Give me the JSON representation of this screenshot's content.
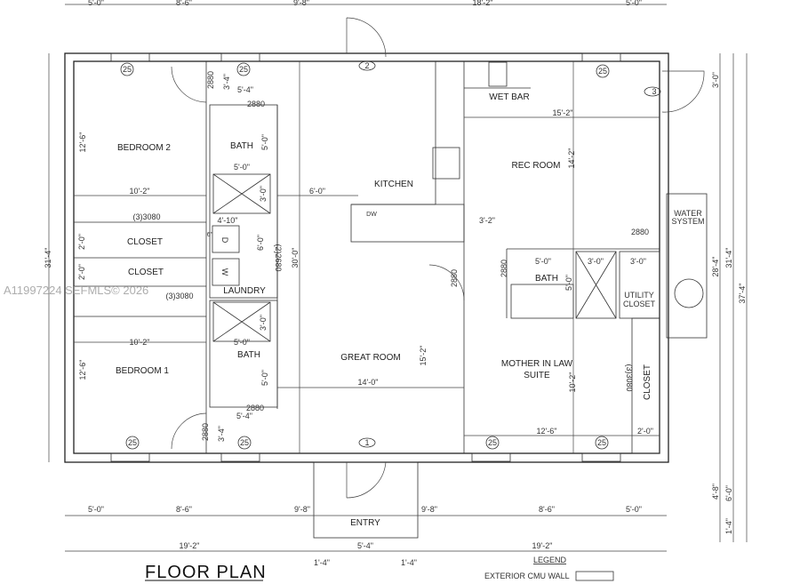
{
  "title": "FLOOR PLAN",
  "watermark": "A11997224 SEFMLS© 2026",
  "rooms": {
    "bedroom2": "BEDROOM 2",
    "bedroom1": "BEDROOM 1",
    "bath_top": "BATH",
    "bath_bottom": "BATH",
    "closet1": "CLOSET",
    "closet2": "CLOSET",
    "laundry": "LAUNDRY",
    "kitchen": "KITCHEN",
    "great_room": "GREAT ROOM",
    "entry": "ENTRY",
    "wet_bar": "WET BAR",
    "rec_room": "REC ROOM",
    "water_system_1": "WATER",
    "water_system_2": "SYSTEM",
    "bath_suite": "BATH",
    "utility_1": "UTILITY",
    "utility_2": "CLOSET",
    "suite_1": "MOTHER IN LAW",
    "suite_2": "SUITE",
    "closet_suite": "CLOSET"
  },
  "appliances": {
    "dryer": "D",
    "washer": "W",
    "dishwasher": "DW"
  },
  "markers": {
    "window": "25",
    "door1": "1",
    "door2": "2",
    "door3": "3"
  },
  "dimensions": {
    "top": [
      "5'-0\"",
      "8'-6\"",
      "9'-8\"",
      "18'-2\"",
      "5'-0\""
    ],
    "bottom_row1": [
      "5'-0\"",
      "8'-6\"",
      "9'-8\"",
      "9'-8\"",
      "8'-6\"",
      "5'-0\""
    ],
    "bottom_row2": [
      "19'-2\"",
      "5'-4\"",
      "19'-2\""
    ],
    "bottom_row3": [
      "1'-4\"",
      "1'-4\""
    ],
    "left_overall": "31'-4\"",
    "right": [
      "3'-0\"",
      "28'-4\"",
      "31'-4\"",
      "37'-4\"",
      "4'-8\"",
      "6'-0\"",
      "1'-4\""
    ],
    "bedroom2_depth": "12'-6\"",
    "bedroom2_width": "10'-2\"",
    "bedroom1_depth": "12'-6\"",
    "bedroom1_width": "10'-2\"",
    "closet1_depth": "2'-0\"",
    "closet2_depth": "2'-0\"",
    "closet_door_top": "(3)3080",
    "closet_door_bottom": "(3)3080",
    "bath_top_door": "2880",
    "bath_top_hall": "3'-4\"",
    "bath_top_width": "5'-4\"",
    "bath_top_door2": "2880",
    "bath_top_len": "5'-0\"",
    "bath_top_w2": "5'-0\"",
    "bath_top_shower": "3'-0\"",
    "laundry_width": "4'-10\"",
    "laundry_depth": "6'-0\"",
    "laundry_door": "(2)2680",
    "laundry_offset": "6\"",
    "hall_len": "30'-0\"",
    "kitchen_offset": "6'-0\"",
    "bath_bottom_w": "5'-0\"",
    "bath_bottom_len": "5'-0\"",
    "bath_bottom_shower": "3'-0\"",
    "bath_bottom_door": "2880",
    "bath_bottom_width": "5'-4\"",
    "bath_bottom_hall": "3'-4\"",
    "bedroom1_door": "2880",
    "bedroom2_door": "2880",
    "great_room_width": "14'-0\"",
    "great_room_depth": "15'-2\"",
    "great_room_door": "2880",
    "rec_width": "15'-2\"",
    "rec_depth": "14'-2\"",
    "rec_offset": "3'-2\"",
    "suite_door": "2880",
    "utility_door": "2880",
    "suite_bath_w": "5'-0\"",
    "suite_bath_len": "5'-0\"",
    "suite_shower": "3'-0\"",
    "utility_w": "3'-0\"",
    "suite_width": "12'-6\"",
    "suite_depth": "10'-2\"",
    "suite_closet_door": "(3)3080",
    "suite_closet_w": "2'-0\""
  },
  "legend": {
    "title": "LEGEND",
    "item": "EXTERIOR CMU WALL"
  }
}
